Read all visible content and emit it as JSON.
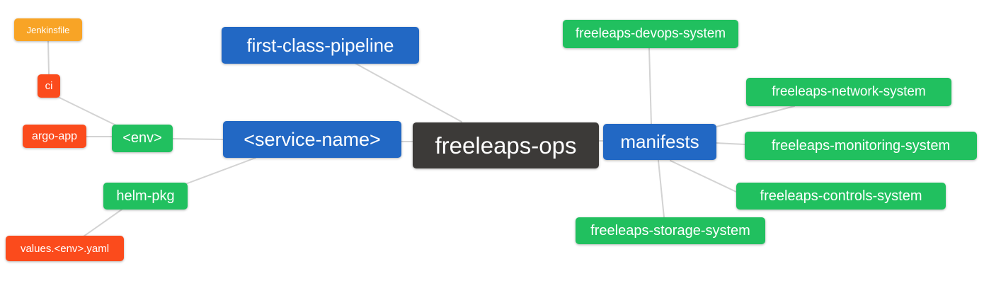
{
  "diagram": {
    "type": "mindmap",
    "root_id": "freeleaps_ops",
    "palette": {
      "root_node": "#3c3a38",
      "branch_node": "#2268c4",
      "green_node": "#21c05f",
      "red_node": "#fb4b1c",
      "orange_node": "#f8a426",
      "connector_line": "#d3d3d3",
      "node_text": "#ffffff",
      "background": "#ffffff"
    },
    "nodes": {
      "freeleaps_ops": {
        "label": "freeleaps-ops"
      },
      "first_class_pipeline": {
        "label": "first-class-pipeline"
      },
      "service_name": {
        "label": "<service-name>"
      },
      "manifests": {
        "label": "manifests"
      },
      "env": {
        "label": "<env>"
      },
      "helm_pkg": {
        "label": "helm-pkg"
      },
      "ci": {
        "label": "ci"
      },
      "argo_app": {
        "label": "argo-app"
      },
      "jenkinsfile": {
        "label": "Jenkinsfile"
      },
      "values_env_yaml": {
        "label": "values.<env>.yaml"
      },
      "devops_system": {
        "label": "freeleaps-devops-system"
      },
      "network_system": {
        "label": "freeleaps-network-system"
      },
      "monitoring_system": {
        "label": "freeleaps-monitoring-system"
      },
      "controls_system": {
        "label": "freeleaps-controls-system"
      },
      "storage_system": {
        "label": "freeleaps-storage-system"
      }
    },
    "edges": [
      {
        "from": "jenkinsfile",
        "to": "ci"
      },
      {
        "from": "ci",
        "to": "env"
      },
      {
        "from": "argo_app",
        "to": "env"
      },
      {
        "from": "env",
        "to": "service_name"
      },
      {
        "from": "helm_pkg",
        "to": "service_name"
      },
      {
        "from": "values_env_yaml",
        "to": "helm_pkg"
      },
      {
        "from": "first_class_pipeline",
        "to": "freeleaps_ops"
      },
      {
        "from": "service_name",
        "to": "freeleaps_ops"
      },
      {
        "from": "manifests",
        "to": "freeleaps_ops"
      },
      {
        "from": "devops_system",
        "to": "manifests"
      },
      {
        "from": "network_system",
        "to": "manifests"
      },
      {
        "from": "monitoring_system",
        "to": "manifests"
      },
      {
        "from": "controls_system",
        "to": "manifests"
      },
      {
        "from": "storage_system",
        "to": "manifests"
      }
    ]
  }
}
